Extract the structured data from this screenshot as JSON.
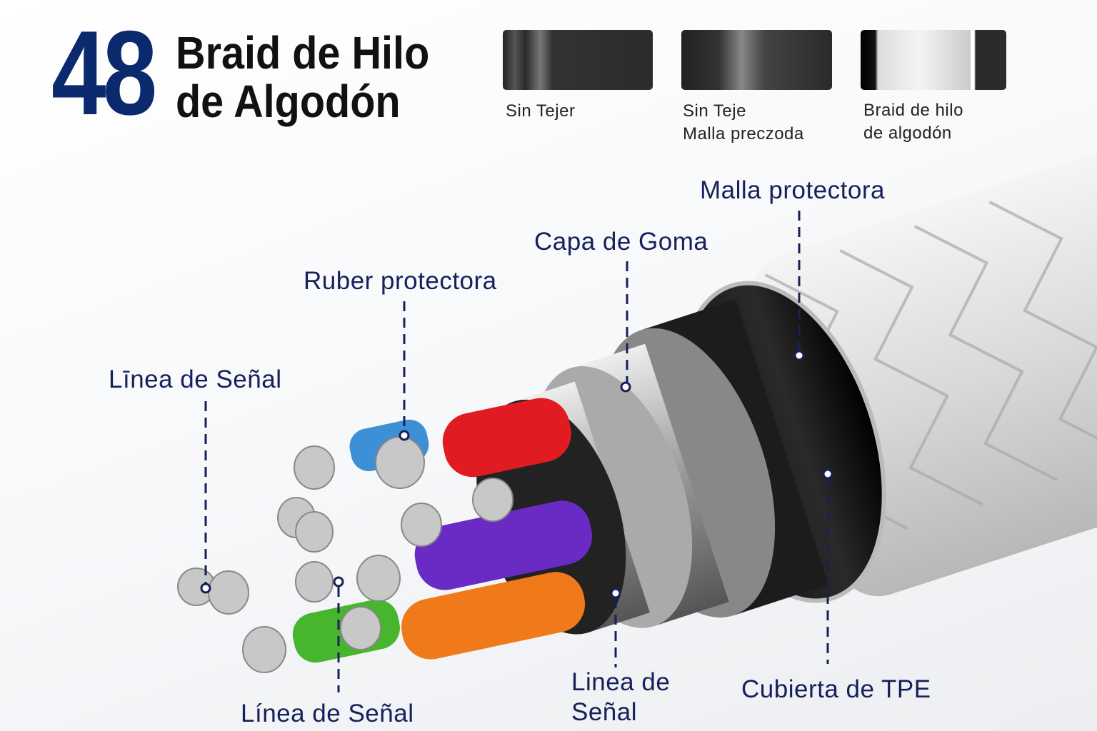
{
  "header": {
    "number": "48",
    "title_line1": "Braid de Hilo",
    "title_line2": "de Algodón"
  },
  "comparison": [
    {
      "caption_line1": "Sin Tejer",
      "caption_line2": ""
    },
    {
      "caption_line1": "Sin Teje",
      "caption_line2": "Malla preczoda"
    },
    {
      "caption_line1": "Braid de hilo",
      "caption_line2": "de algodón"
    }
  ],
  "callouts": {
    "malla": "Malla protectora",
    "goma": "Capa de Goma",
    "ruber": "Ruber protectora",
    "linea_left": "Līnea de Señal",
    "linea_bottom": "Línea de Señal",
    "linea_mid_1": "Linea de",
    "linea_mid_2": "Señal",
    "tpe": "Cubierta de TPE"
  },
  "colors": {
    "navy": "#16205a",
    "wire_red": "#e01b22",
    "wire_blue": "#3d8fd6",
    "wire_purple": "#6a2bc4",
    "wire_orange": "#f07a1a",
    "wire_green": "#47b52d"
  }
}
